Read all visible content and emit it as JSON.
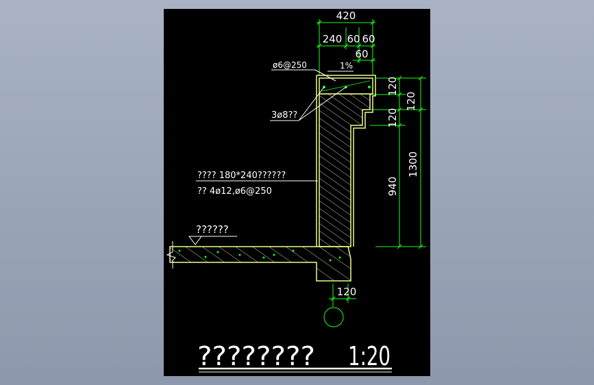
{
  "colors": {
    "paper": "#000000",
    "outline": "#eaff8a",
    "dimension": "#1aff1a",
    "text": "#ffffff",
    "background": "#9aa4b8"
  },
  "dimensions": {
    "top_total": "420",
    "seg_240": "240",
    "seg_60a": "60",
    "seg_60b": "60",
    "seg_60_lower": "60",
    "v_120_top": "120",
    "v_120_right": "120",
    "v_120_mid": "120",
    "v_940": "940",
    "v_1300": "1300",
    "bottom_120": "120"
  },
  "annotations": {
    "rebar_top": "ø6@250",
    "slope": "1%",
    "rebar_3d8": "3ø8??",
    "wall_line1": "???? 180*240??????",
    "wall_line2": "?? 4ø12,ø6@250",
    "floor_label": "??????"
  },
  "title": {
    "name": "????????",
    "scale": "1:20"
  }
}
